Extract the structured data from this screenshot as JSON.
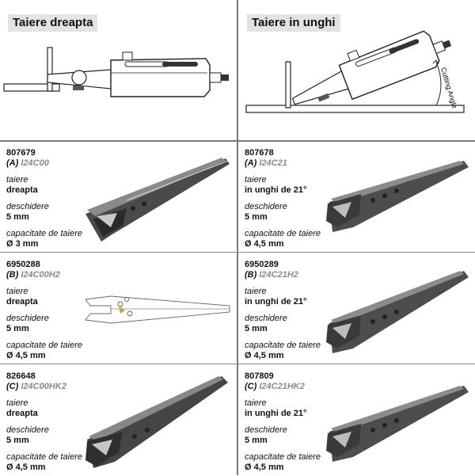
{
  "headers": {
    "left": "Taiere dreapta",
    "right": "Taiere in unghi"
  },
  "diagram": {
    "angle_label": "Cutting Angle"
  },
  "products": [
    {
      "code": "807679",
      "variant": "(A)",
      "model": "I24C00",
      "cut_label": "taiere",
      "cut_value": "dreapta",
      "opening_label": "deschidere",
      "opening_value": "5 mm",
      "capacity_label": "capacitate de taiere",
      "capacity_value": "Ø 3 mm"
    },
    {
      "code": "807678",
      "variant": "(A)",
      "model": "I24C21",
      "cut_label": "taiere",
      "cut_value": "in unghi de 21°",
      "opening_label": "deschidere",
      "opening_value": "5 mm",
      "capacity_label": "capacitate de taiere",
      "capacity_value": "Ø 4,5 mm"
    },
    {
      "code": "6950288",
      "variant": "(B)",
      "model": "I24C00H2",
      "cut_label": "taiere",
      "cut_value": "dreapta",
      "opening_label": "deschidere",
      "opening_value": "5 mm",
      "capacity_label": "capacitate de taiere",
      "capacity_value": "Ø 4,5 mm"
    },
    {
      "code": "6950289",
      "variant": "(B)",
      "model": "I24C21H2",
      "cut_label": "taiere",
      "cut_value": "in unghi de 21°",
      "opening_label": "deschidere",
      "opening_value": "5 mm",
      "capacity_label": "capacitate de taiere",
      "capacity_value": "Ø 4,5 mm"
    },
    {
      "code": "826648",
      "variant": "(C)",
      "model": "I24C00HK2",
      "cut_label": "taiere",
      "cut_value": "dreapta",
      "opening_label": "deschidere",
      "opening_value": "5 mm",
      "capacity_label": "capacitate de taiere",
      "capacity_value": "Ø 4,5 mm"
    },
    {
      "code": "807809",
      "variant": "(C)",
      "model": "I24C21HK2",
      "cut_label": "taiere",
      "cut_value": "in unghi de 21°",
      "opening_label": "deschidere",
      "opening_value": "5 mm",
      "capacity_label": "capacitate de taiere",
      "capacity_value": "Ø 4,5 mm"
    }
  ]
}
